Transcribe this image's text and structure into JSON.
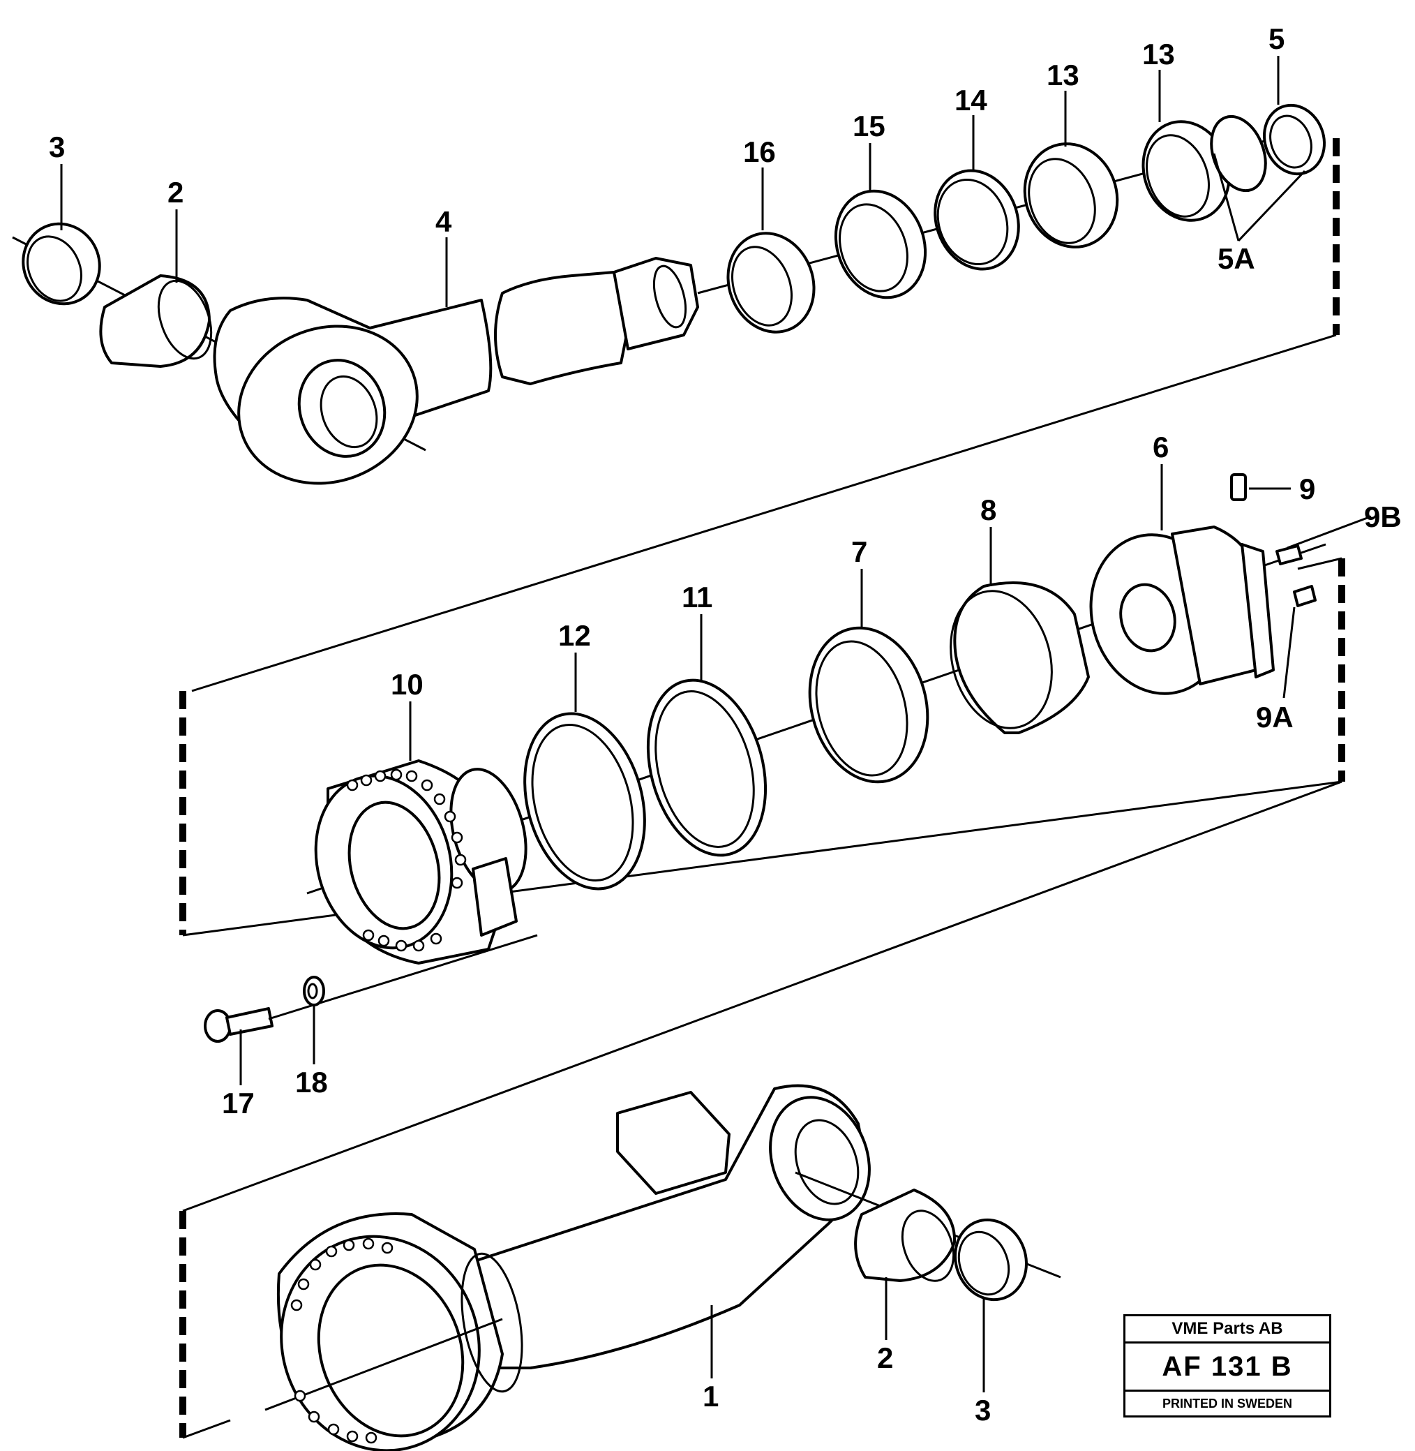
{
  "diagram": {
    "labels": {
      "l1": "1",
      "l2a": "2",
      "l2b": "2",
      "l3a": "3",
      "l3b": "3",
      "l4": "4",
      "l5": "5",
      "l5a": "5A",
      "l6": "6",
      "l7": "7",
      "l8": "8",
      "l9": "9",
      "l9a": "9A",
      "l9b": "9B",
      "l10": "10",
      "l11": "11",
      "l12": "12",
      "l13a": "13",
      "l13b": "13",
      "l14": "14",
      "l15": "15",
      "l16": "16",
      "l17": "17",
      "l18": "18"
    }
  },
  "title_block": {
    "company": "VME Parts AB",
    "code": "AF 131 B",
    "printed": "PRINTED IN SWEDEN"
  }
}
